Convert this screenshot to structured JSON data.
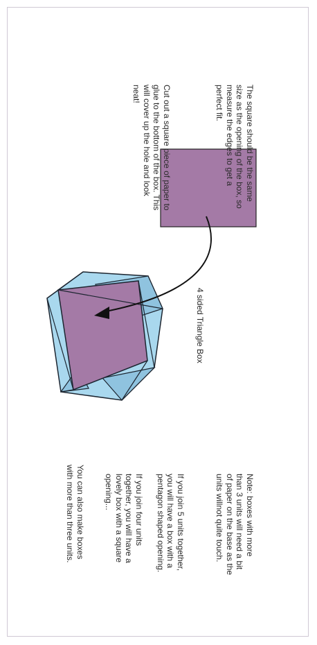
{
  "figure_label": "4 sided Triangle Box",
  "instructions": {
    "cut_out": "Cut out a square piece of paper to\nglue to the bottom of the box. This\nwill cover up the hole and look\nneat!",
    "square_size": "The square should be the same\nsize as the opening of the box, so\nmeasure the edges to get a\nperfect fit."
  },
  "notes": {
    "intro": "You can also make boxes\nwith more than three units.",
    "four_units": "If you join four units\ntogether, you will have a\nlovely box with a square\nopening...",
    "five_units": "If you join 5 units together,\nyou will have a box with a\npentagon shaped opening.",
    "note": "Note: boxes with more\nthan 3 units will need a bit\nof paper on the base as the\nunits willnot quite touch."
  },
  "colors": {
    "purple": "#a47aa6",
    "light_blue": "#a9d8ee",
    "mid_blue": "#8fc3df",
    "frame": "#cfc8d4",
    "stroke": "#1c2530"
  }
}
